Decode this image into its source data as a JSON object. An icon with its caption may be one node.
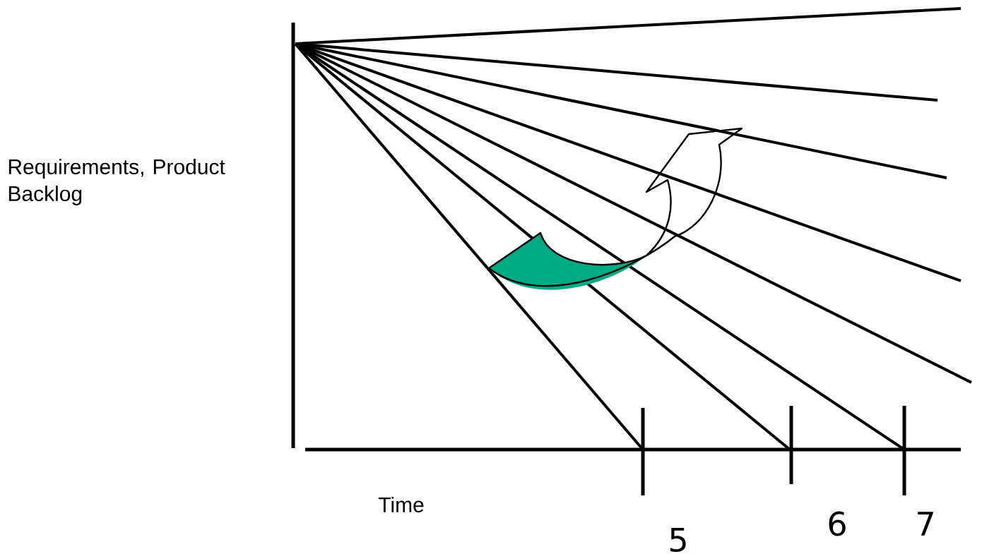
{
  "diagram": {
    "labels": [
      "Requirements, Product Backlog",
      "Time",
      "5",
      "6",
      "7"
    ]
  }
}
